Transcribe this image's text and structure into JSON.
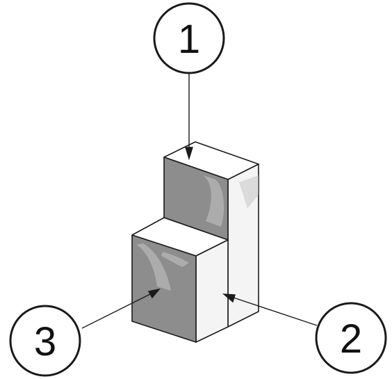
{
  "diagram": {
    "callouts": [
      {
        "number": "1"
      },
      {
        "number": "2"
      },
      {
        "number": "3"
      }
    ],
    "colors": {
      "background": "#ffffff",
      "outline": "#1a1a1a",
      "shaded_face": "#8d8d8d",
      "light_face": "#f4f4f4",
      "top_face": "#ffffff",
      "highlight": "#c7c7c7"
    }
  }
}
